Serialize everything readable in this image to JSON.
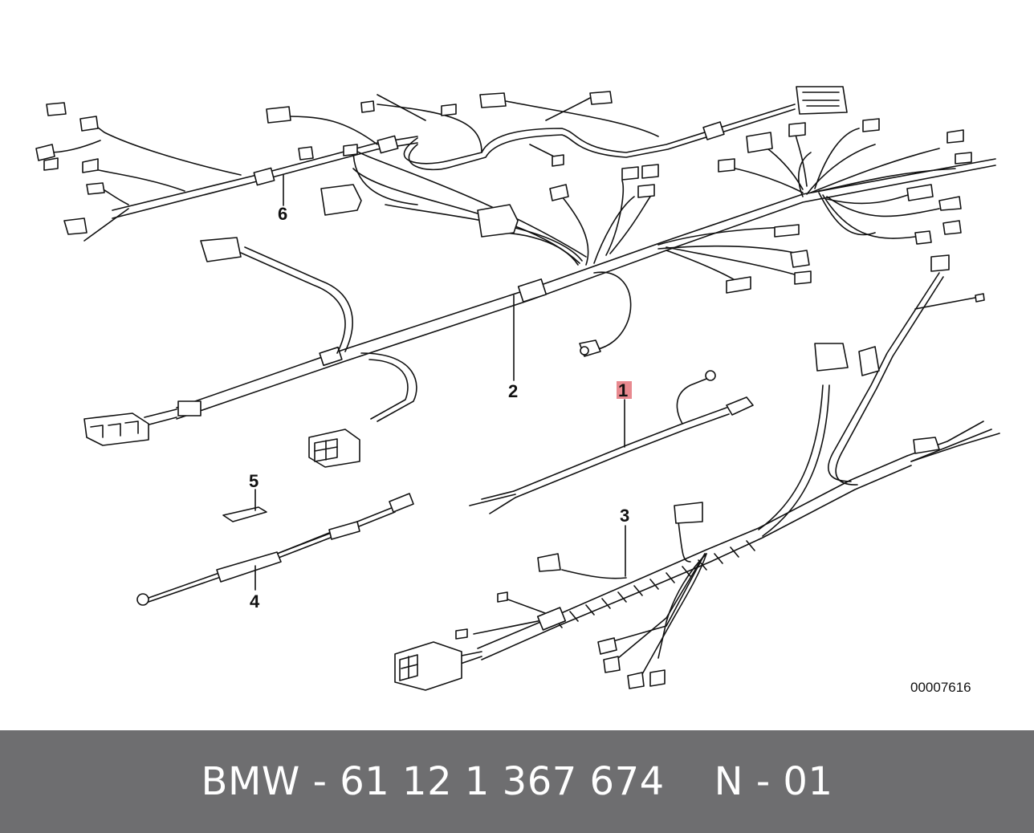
{
  "diagram": {
    "part_labels": [
      "1",
      "2",
      "3",
      "4",
      "5",
      "6"
    ],
    "highlighted_label": "1",
    "highlight_color": "#e8898f",
    "reference_number": "00007616"
  },
  "footer": {
    "brand": "BMW",
    "separator": "-",
    "part_number": "61 12 1 367 674",
    "position": "N - 01",
    "background_color": "#6e6e70",
    "text_color": "#ffffff"
  }
}
